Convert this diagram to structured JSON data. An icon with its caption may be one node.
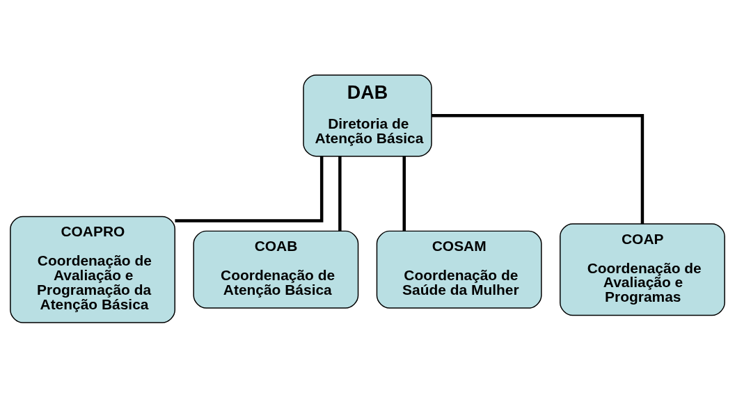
{
  "diagram": {
    "nodes": [
      {
        "text": [
          "DAB",
          "Diretoria de Atenção Básica"
        ]
      },
      {
        "text": [
          "COAPRO",
          "Coordenação de Avaliação e Programação da Atenção Básica"
        ]
      },
      {
        "text": [
          "COAB",
          "Coordenação de Atenção Básica"
        ]
      },
      {
        "text": [
          "COSAM",
          "Coordenação de Saúde da Mulher"
        ]
      },
      {
        "text": [
          "COAP",
          "Coordenação de Avaliação e Programas"
        ]
      }
    ],
    "edges": [
      {
        "from": 0,
        "to": 1,
        "arrow": "none"
      },
      {
        "from": 0,
        "to": 2,
        "arrow": "none"
      },
      {
        "from": 0,
        "to": 3,
        "arrow": "none"
      },
      {
        "from": 0,
        "to": 4,
        "arrow": "none"
      }
    ]
  }
}
